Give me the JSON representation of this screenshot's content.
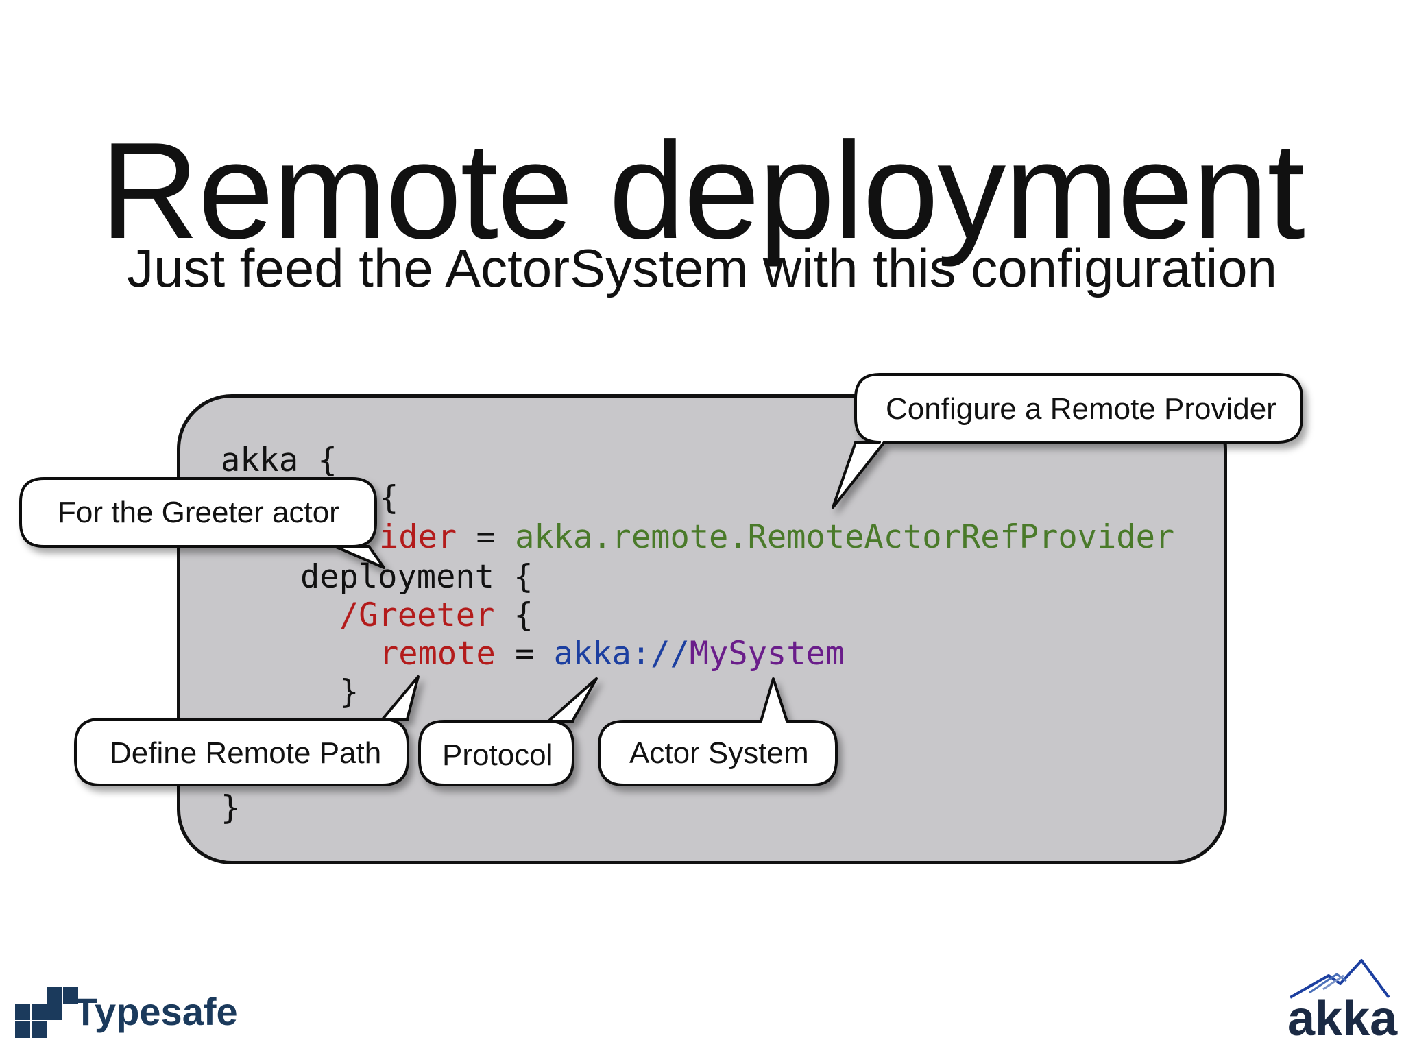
{
  "slide": {
    "title": "Remote deployment",
    "subtitle": "Just feed the ActorSystem with this configuration"
  },
  "code": {
    "line1": "akka {",
    "line2_brace": "{",
    "line3_key": "ider",
    "line3_eq": " = ",
    "line3_value": "akka.remote.RemoteActorRefProvider",
    "line4": "deployment {",
    "line5_path": "/Greeter",
    "line5_brace": " {",
    "line6_key": "remote",
    "line6_eq": " = ",
    "line6_protocol": "akka://",
    "line6_system": "MySystem",
    "line7": "}",
    "line9": "}"
  },
  "callouts": {
    "provider": "Configure a Remote Provider",
    "greeter": "For the Greeter actor",
    "remote_path": "Define Remote Path",
    "protocol": "Protocol",
    "actor_system": "Actor System"
  },
  "branding": {
    "left_logo": "Typesafe",
    "right_logo": "akka",
    "left_logo_icon": "typesafe-mark-icon",
    "right_logo_icon": "mountain-icon",
    "brand_color": "#1b3a5c"
  },
  "colors": {
    "panel_background": "#c8c7ca",
    "keyword_red": "#b31b1b",
    "value_green": "#4a7a2a",
    "protocol_blue": "#1c3fa0",
    "system_purple": "#6a1d8a"
  }
}
